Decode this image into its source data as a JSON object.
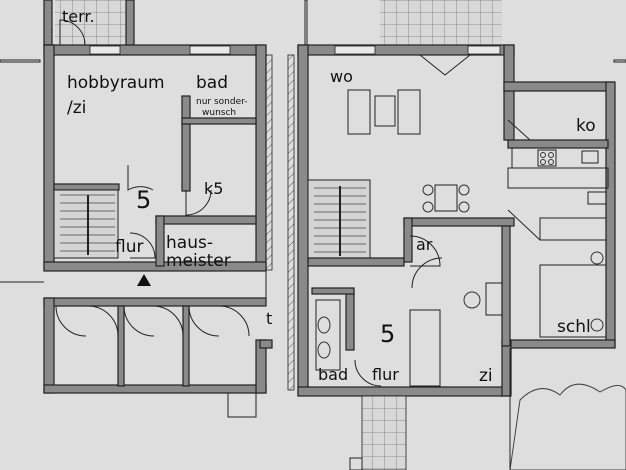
{
  "plan": {
    "rooms": {
      "terr": "terr.",
      "hobbyraum": "hobbyraum",
      "zi_left": "/zi",
      "bad_left": "bad",
      "nur_sonder_1": "nur sonder-",
      "nur_sonder_2": "wunsch",
      "k5": "k5",
      "level_left": "5",
      "flur_left": "flur",
      "hausmeister_1": "haus-",
      "hausmeister_2": "meister",
      "t": "t",
      "wo": "wo",
      "ko": "ko",
      "ar": "ar",
      "level_right": "5",
      "bad_right": "bad",
      "flur_right": "flur",
      "zi_right": "zi",
      "schl": "schl"
    }
  }
}
